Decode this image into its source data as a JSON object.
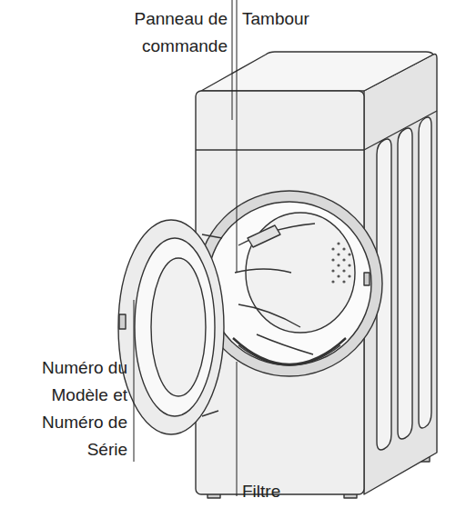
{
  "diagram": {
    "labels": [
      "Panneau de commande",
      "Tambour",
      "Numéro du Modèle et Numéro de Série",
      "Filtre"
    ]
  }
}
